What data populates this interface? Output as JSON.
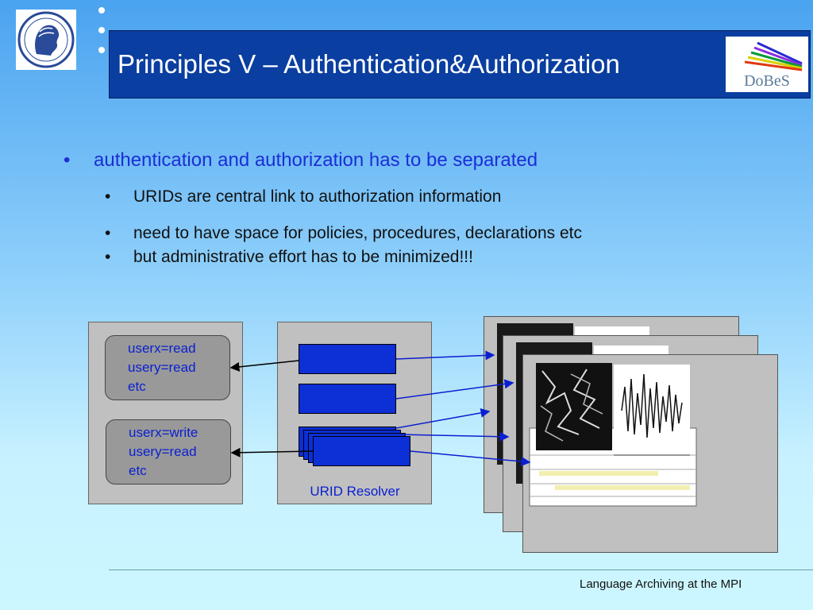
{
  "header": {
    "title": "Principles V – Authentication&Authorization",
    "dobes_logo_text": "DoBeS"
  },
  "bullets": {
    "main": "authentication and authorization has to be separated",
    "subs": [
      "URIDs are central link to authorization information",
      "need to have space for policies, procedures, declarations etc",
      "but administrative effort has to be minimized!!!"
    ]
  },
  "diagram": {
    "rule_box_1": [
      "userx=read",
      "usery=read",
      "etc"
    ],
    "rule_box_2": [
      "userx=write",
      "usery=read",
      "etc"
    ],
    "resolver_label": "URID Resolver"
  },
  "footer": {
    "text": "Language Archiving at the MPI"
  },
  "colors": {
    "title_bar": "#0a3ea0",
    "bullet_main": "#1b2ed8",
    "resolver_block": "#0c2fd6"
  }
}
